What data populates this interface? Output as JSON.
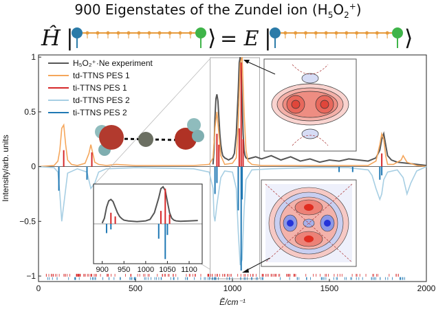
{
  "header": {
    "title_pre": "900 Eigenstates of the Zundel ion (H",
    "title_sub1": "5",
    "title_mid": "O",
    "title_sub2": "2",
    "title_sup": "+",
    "title_post": ")"
  },
  "equation": {
    "lhs": "Ĥ",
    "eq": "= E",
    "ket_left": "|",
    "ket_right": "⟩"
  },
  "chart_data": {
    "type": "line",
    "xlabel": "Ẽ/cm⁻¹",
    "ylabel": "Intensity/arb. units",
    "xlim": [
      0,
      2000
    ],
    "ylim": [
      -1.05,
      1.02
    ],
    "xticks": [
      0,
      500,
      1000,
      1500,
      2000
    ],
    "yticks": [
      -1,
      -0.5,
      0,
      0.5,
      1
    ],
    "xticklabels": [
      "0",
      "500",
      "1000",
      "1500",
      "2000"
    ],
    "yticklabels": [
      "−1",
      "−0.5",
      "0",
      "0.5",
      "1"
    ],
    "legend_position": "top-left",
    "legend": [
      {
        "label": "H₅O₂⁺·Ne experiment",
        "color": "#555555"
      },
      {
        "label": "td-TTNS PES 1",
        "color": "#f5a65b"
      },
      {
        "label": "ti-TTNS PES 1",
        "color": "#d62728"
      },
      {
        "label": "td-TTNS PES 2",
        "color": "#a6cee3"
      },
      {
        "label": "ti-TTNS PES 2",
        "color": "#1f78b4"
      }
    ],
    "series": [
      {
        "name": "H₅O₂⁺·Ne experiment",
        "color": "#555555",
        "x": [
          900,
          905,
          910,
          915,
          920,
          925,
          930,
          935,
          940,
          945,
          950,
          960,
          970,
          980,
          990,
          1000,
          1010,
          1020,
          1030,
          1035,
          1040,
          1045,
          1050,
          1055,
          1060,
          1065,
          1070,
          1080,
          1100,
          1120,
          1150,
          1200,
          1250,
          1300,
          1350,
          1400,
          1450,
          1500,
          1550,
          1600,
          1650,
          1700,
          1740,
          1760,
          1770,
          1780,
          1790,
          1800,
          1820,
          1850,
          1900,
          1950,
          2000
        ],
        "y": [
          0.02,
          0.15,
          0.45,
          0.62,
          0.66,
          0.6,
          0.45,
          0.3,
          0.2,
          0.14,
          0.1,
          0.08,
          0.07,
          0.06,
          0.07,
          0.08,
          0.12,
          0.3,
          0.7,
          0.95,
          1.0,
          0.9,
          0.6,
          0.3,
          0.15,
          0.1,
          0.08,
          0.07,
          0.08,
          0.09,
          0.07,
          0.1,
          0.06,
          0.09,
          0.05,
          0.07,
          0.04,
          0.06,
          0.05,
          0.07,
          0.06,
          0.05,
          0.08,
          0.15,
          0.25,
          0.3,
          0.2,
          0.1,
          0.06,
          0.04,
          0.03,
          0.02,
          0.01
        ]
      },
      {
        "name": "td-TTNS PES 1",
        "color": "#f5a65b",
        "x": [
          0,
          80,
          100,
          110,
          120,
          130,
          140,
          150,
          170,
          200,
          240,
          260,
          270,
          280,
          290,
          310,
          350,
          400,
          500,
          600,
          700,
          800,
          880,
          900,
          910,
          920,
          930,
          940,
          960,
          1000,
          1020,
          1030,
          1040,
          1050,
          1060,
          1070,
          1080,
          1100,
          1150,
          1200,
          1300,
          1400,
          1500,
          1600,
          1700,
          1740,
          1760,
          1770,
          1780,
          1790,
          1800,
          1830,
          1870,
          1880,
          1900,
          1950,
          2000
        ],
        "y": [
          0,
          0.01,
          0.05,
          0.15,
          0.35,
          0.38,
          0.2,
          0.06,
          0.02,
          0.01,
          0.03,
          0.12,
          0.2,
          0.12,
          0.04,
          0.02,
          0.01,
          0.02,
          0.01,
          0.01,
          0.01,
          0.01,
          0.02,
          0.08,
          0.35,
          0.5,
          0.3,
          0.1,
          0.02,
          0.03,
          0.08,
          0.4,
          0.95,
          1.0,
          0.5,
          0.15,
          0.05,
          0.02,
          0.01,
          0.01,
          0.01,
          0.01,
          0.01,
          0.01,
          0.01,
          0.05,
          0.2,
          0.3,
          0.25,
          0.1,
          0.02,
          0.02,
          0.06,
          0.1,
          0.04,
          0.01,
          0
        ]
      },
      {
        "name": "td-TTNS PES 2",
        "color": "#a6cee3",
        "x": [
          0,
          80,
          100,
          110,
          120,
          130,
          150,
          200,
          250,
          270,
          290,
          310,
          350,
          500,
          800,
          880,
          900,
          905,
          910,
          920,
          940,
          960,
          1000,
          1020,
          1030,
          1040,
          1050,
          1060,
          1070,
          1100,
          1200,
          1400,
          1600,
          1700,
          1720,
          1740,
          1760,
          1770,
          1780,
          1800,
          1850,
          1880,
          1900,
          1920,
          1950,
          2000
        ],
        "y": [
          0,
          -0.01,
          -0.05,
          -0.25,
          -0.5,
          -0.35,
          -0.06,
          -0.02,
          -0.05,
          -0.2,
          -0.15,
          -0.05,
          -0.02,
          -0.01,
          -0.02,
          -0.05,
          -0.2,
          -0.45,
          -0.5,
          -0.35,
          -0.1,
          -0.04,
          -0.05,
          -0.2,
          -0.6,
          -0.9,
          -0.85,
          -0.4,
          -0.12,
          -0.03,
          -0.02,
          -0.01,
          -0.01,
          -0.03,
          -0.08,
          -0.2,
          -0.3,
          -0.25,
          -0.12,
          -0.05,
          -0.03,
          -0.1,
          -0.25,
          -0.15,
          -0.04,
          0
        ]
      }
    ],
    "sticks": [
      {
        "name": "ti-TTNS PES 1",
        "color": "#d62728",
        "sign": 1,
        "x": [
          130,
          275,
          920,
          930,
          1035,
          1045,
          1055,
          1770
        ],
        "y": [
          0.15,
          0.13,
          0.3,
          0.2,
          0.35,
          0.95,
          0.25,
          0.12
        ]
      },
      {
        "name": "ti-TTNS PES 2",
        "color": "#1f78b4",
        "sign": -1,
        "x": [
          105,
          250,
          910,
          920,
          1030,
          1045,
          1050,
          1550,
          1620,
          1760,
          1770
        ],
        "y": [
          0.22,
          0.12,
          0.25,
          0.15,
          0.4,
          0.95,
          0.3,
          0.05,
          0.05,
          0.12,
          0.08
        ]
      }
    ]
  },
  "inset": {
    "xticklabels": [
      "900",
      "950",
      "1000",
      "1050",
      "1100"
    ],
    "xticks": [
      900,
      950,
      1000,
      1050,
      1100
    ],
    "xlim": [
      880,
      1130
    ]
  }
}
